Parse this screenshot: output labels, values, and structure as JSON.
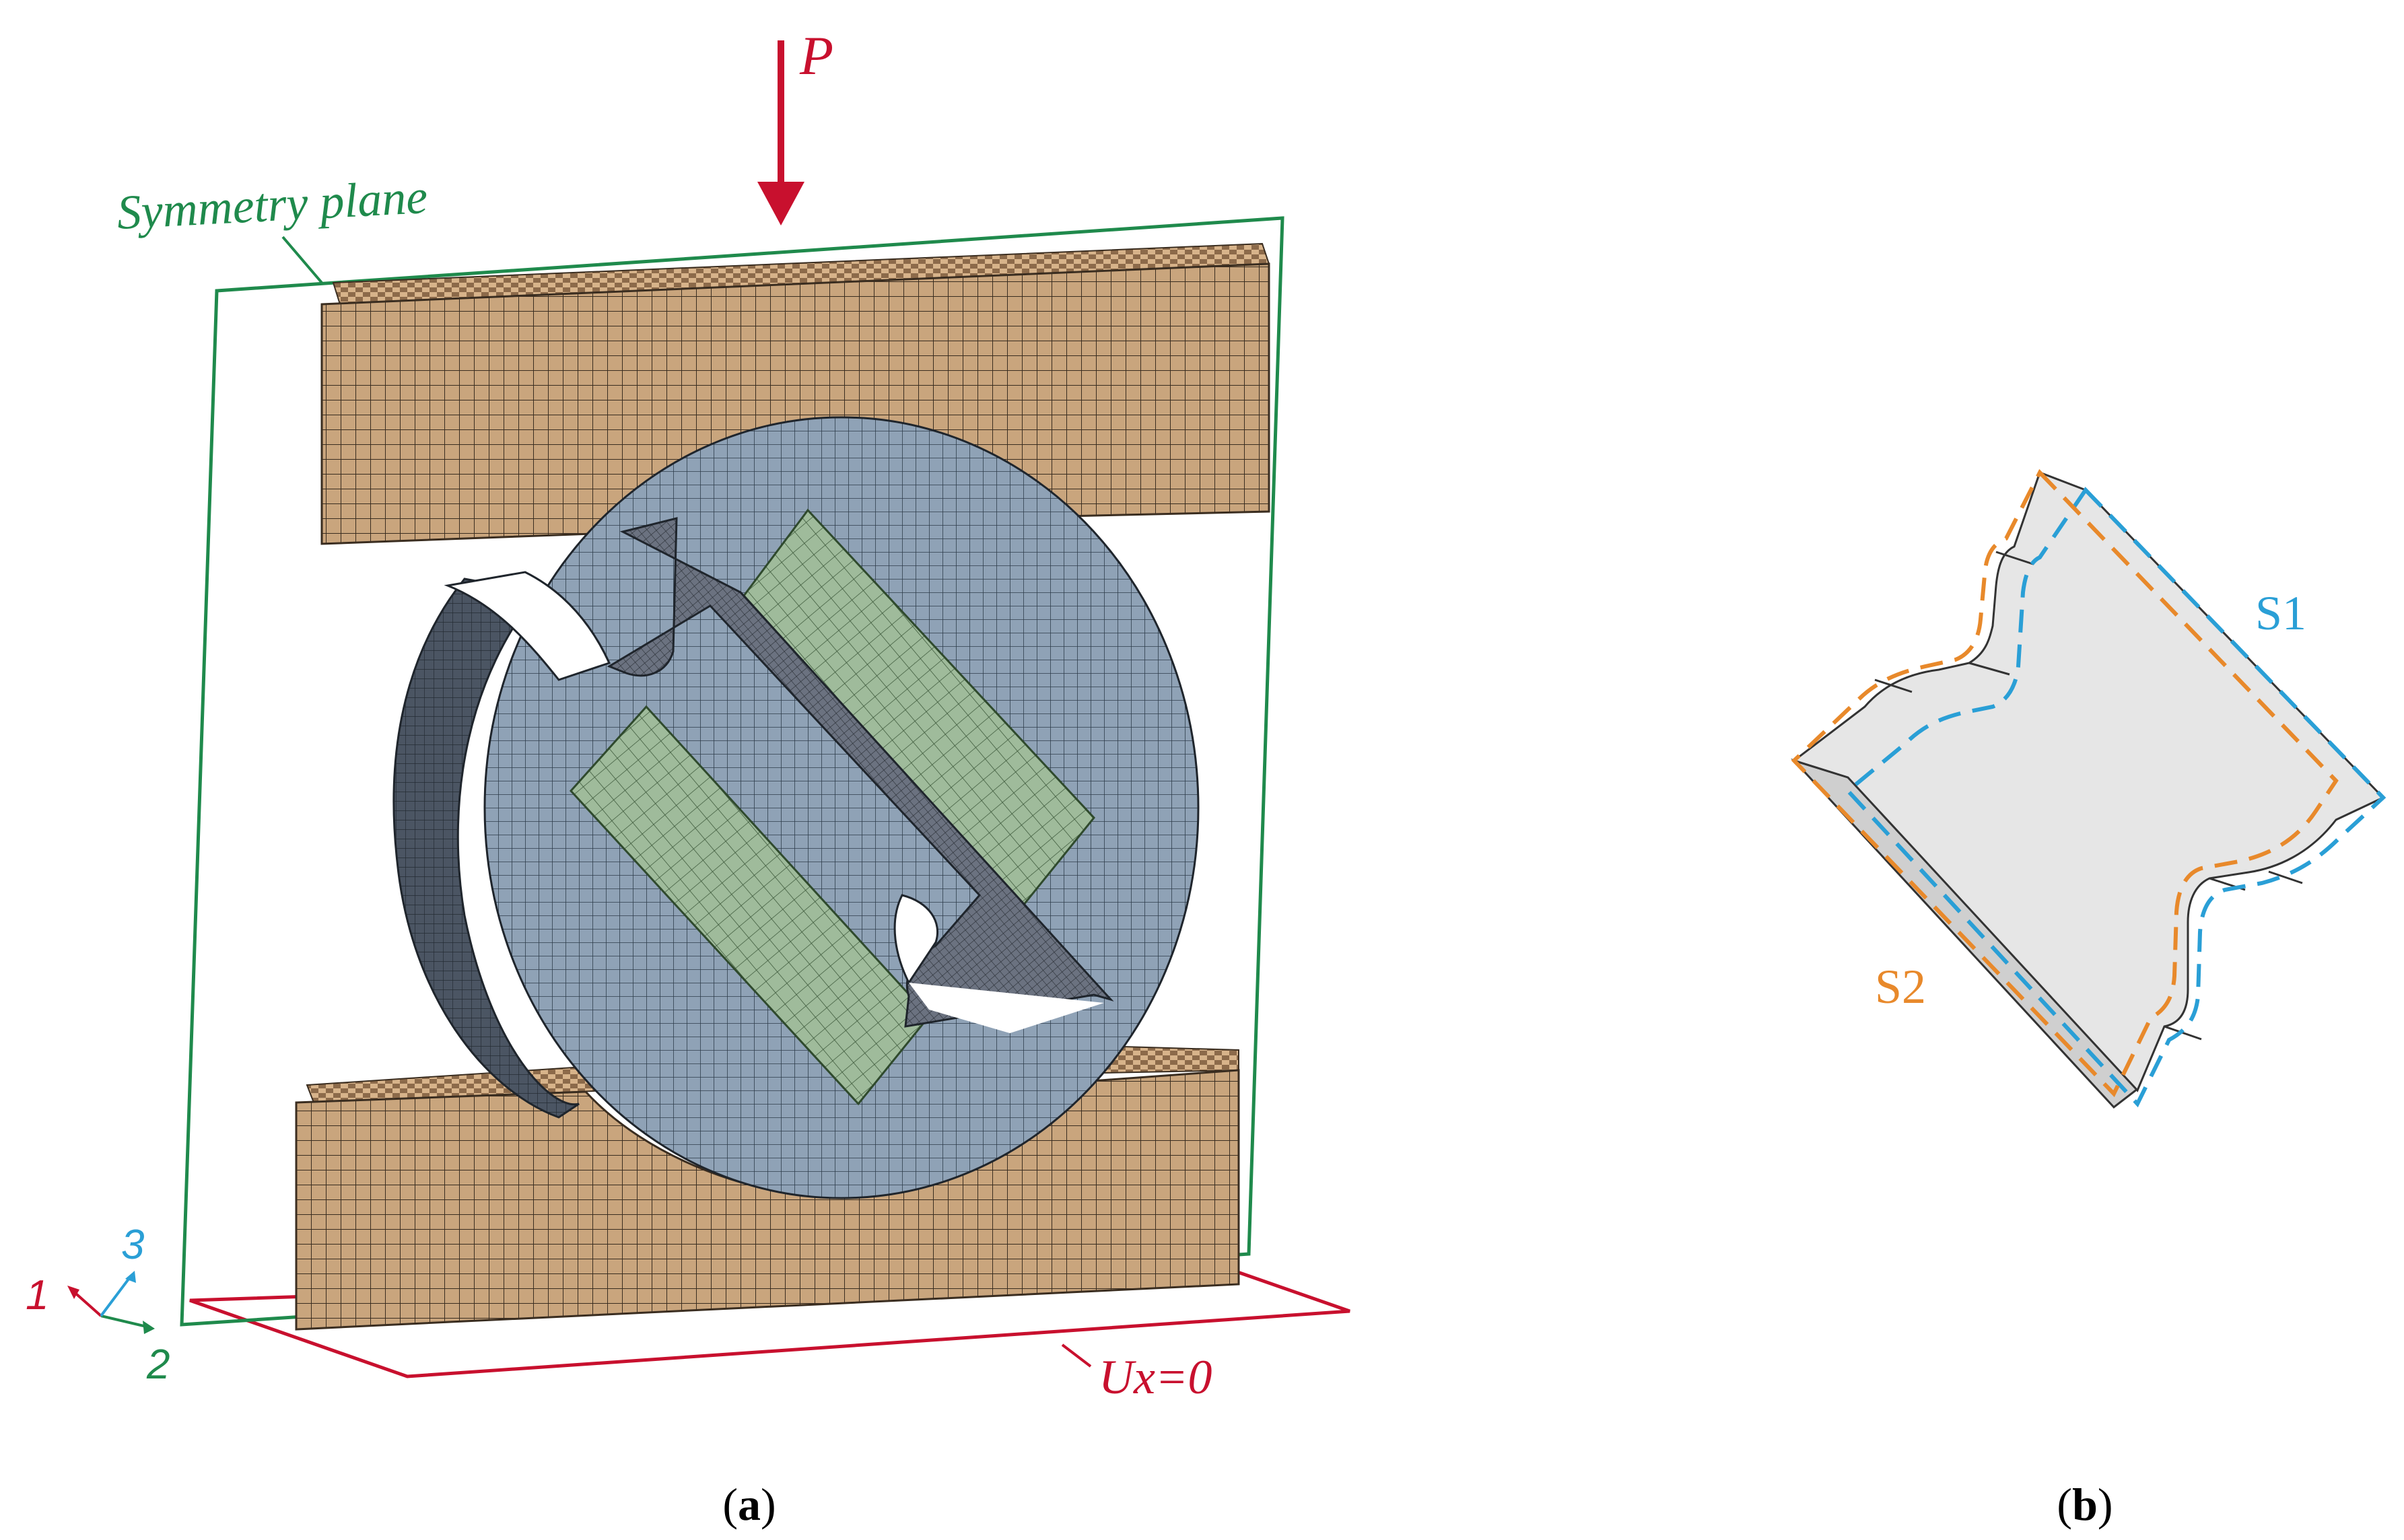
{
  "labels": {
    "load": "P",
    "symmetry_plane": "Symmetry plane",
    "boundary": "Ux=0",
    "axis_1": "1",
    "axis_2": "2",
    "axis_3": "3",
    "surface_1": "S1",
    "surface_2": "S2",
    "caption_a_open": "(",
    "caption_a_letter": "a",
    "caption_a_close": ")",
    "caption_b_open": "(",
    "caption_b_letter": "b",
    "caption_b_close": ")"
  },
  "colors": {
    "load_red": "#c8102e",
    "plane_green": "#1f8a4c",
    "axis_blue": "#2a9fd6",
    "jaw_tan": "#c7a27a",
    "disc_blue": "#8da0b4",
    "disc_side": "#4b5563",
    "insert_green": "#9db89a",
    "s1_blue": "#2a9fd6",
    "s2_orange": "#e8892b",
    "specimen_gray": "#e6e6e6"
  }
}
